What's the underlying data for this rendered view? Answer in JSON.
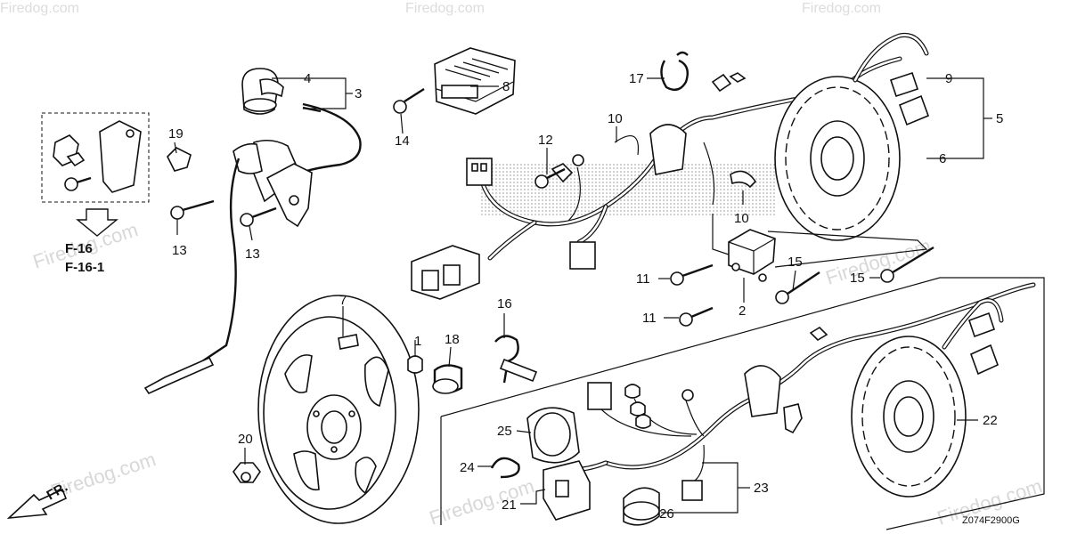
{
  "diagram": {
    "drawing_code": "Z074F2900G",
    "reference_lines": [
      "F-16",
      "F-16-1"
    ],
    "front_marker": "FR.",
    "watermark": "Firedog.com",
    "callouts": [
      "1",
      "2",
      "3",
      "4",
      "5",
      "6",
      "7",
      "8",
      "9",
      "10",
      "10",
      "11",
      "11",
      "12",
      "13",
      "13",
      "14",
      "15",
      "15",
      "16",
      "17",
      "18",
      "19",
      "20",
      "21",
      "22",
      "23",
      "24",
      "25",
      "26"
    ]
  }
}
